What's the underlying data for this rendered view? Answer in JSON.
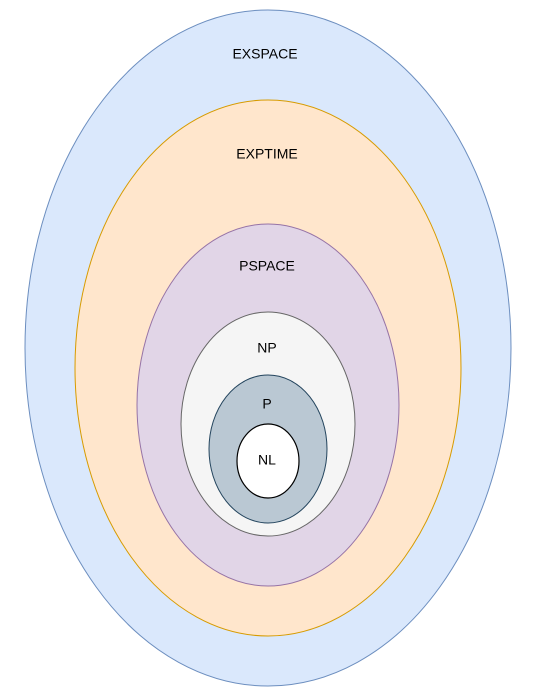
{
  "diagram": {
    "sets": [
      {
        "id": "exspace",
        "label": "EXSPACE",
        "fill": "#dae8fc",
        "stroke": "#6c8ebf"
      },
      {
        "id": "exptime",
        "label": "EXPTIME",
        "fill": "#ffe6cc",
        "stroke": "#d79b00"
      },
      {
        "id": "pspace",
        "label": "PSPACE",
        "fill": "#e1d5e7",
        "stroke": "#9673a6"
      },
      {
        "id": "np",
        "label": "NP",
        "fill": "#f5f5f5",
        "stroke": "#666666"
      },
      {
        "id": "p",
        "label": "P",
        "fill": "#bac8d3",
        "stroke": "#23445d"
      },
      {
        "id": "nl",
        "label": "NL",
        "fill": "#ffffff",
        "stroke": "#000000"
      }
    ]
  }
}
